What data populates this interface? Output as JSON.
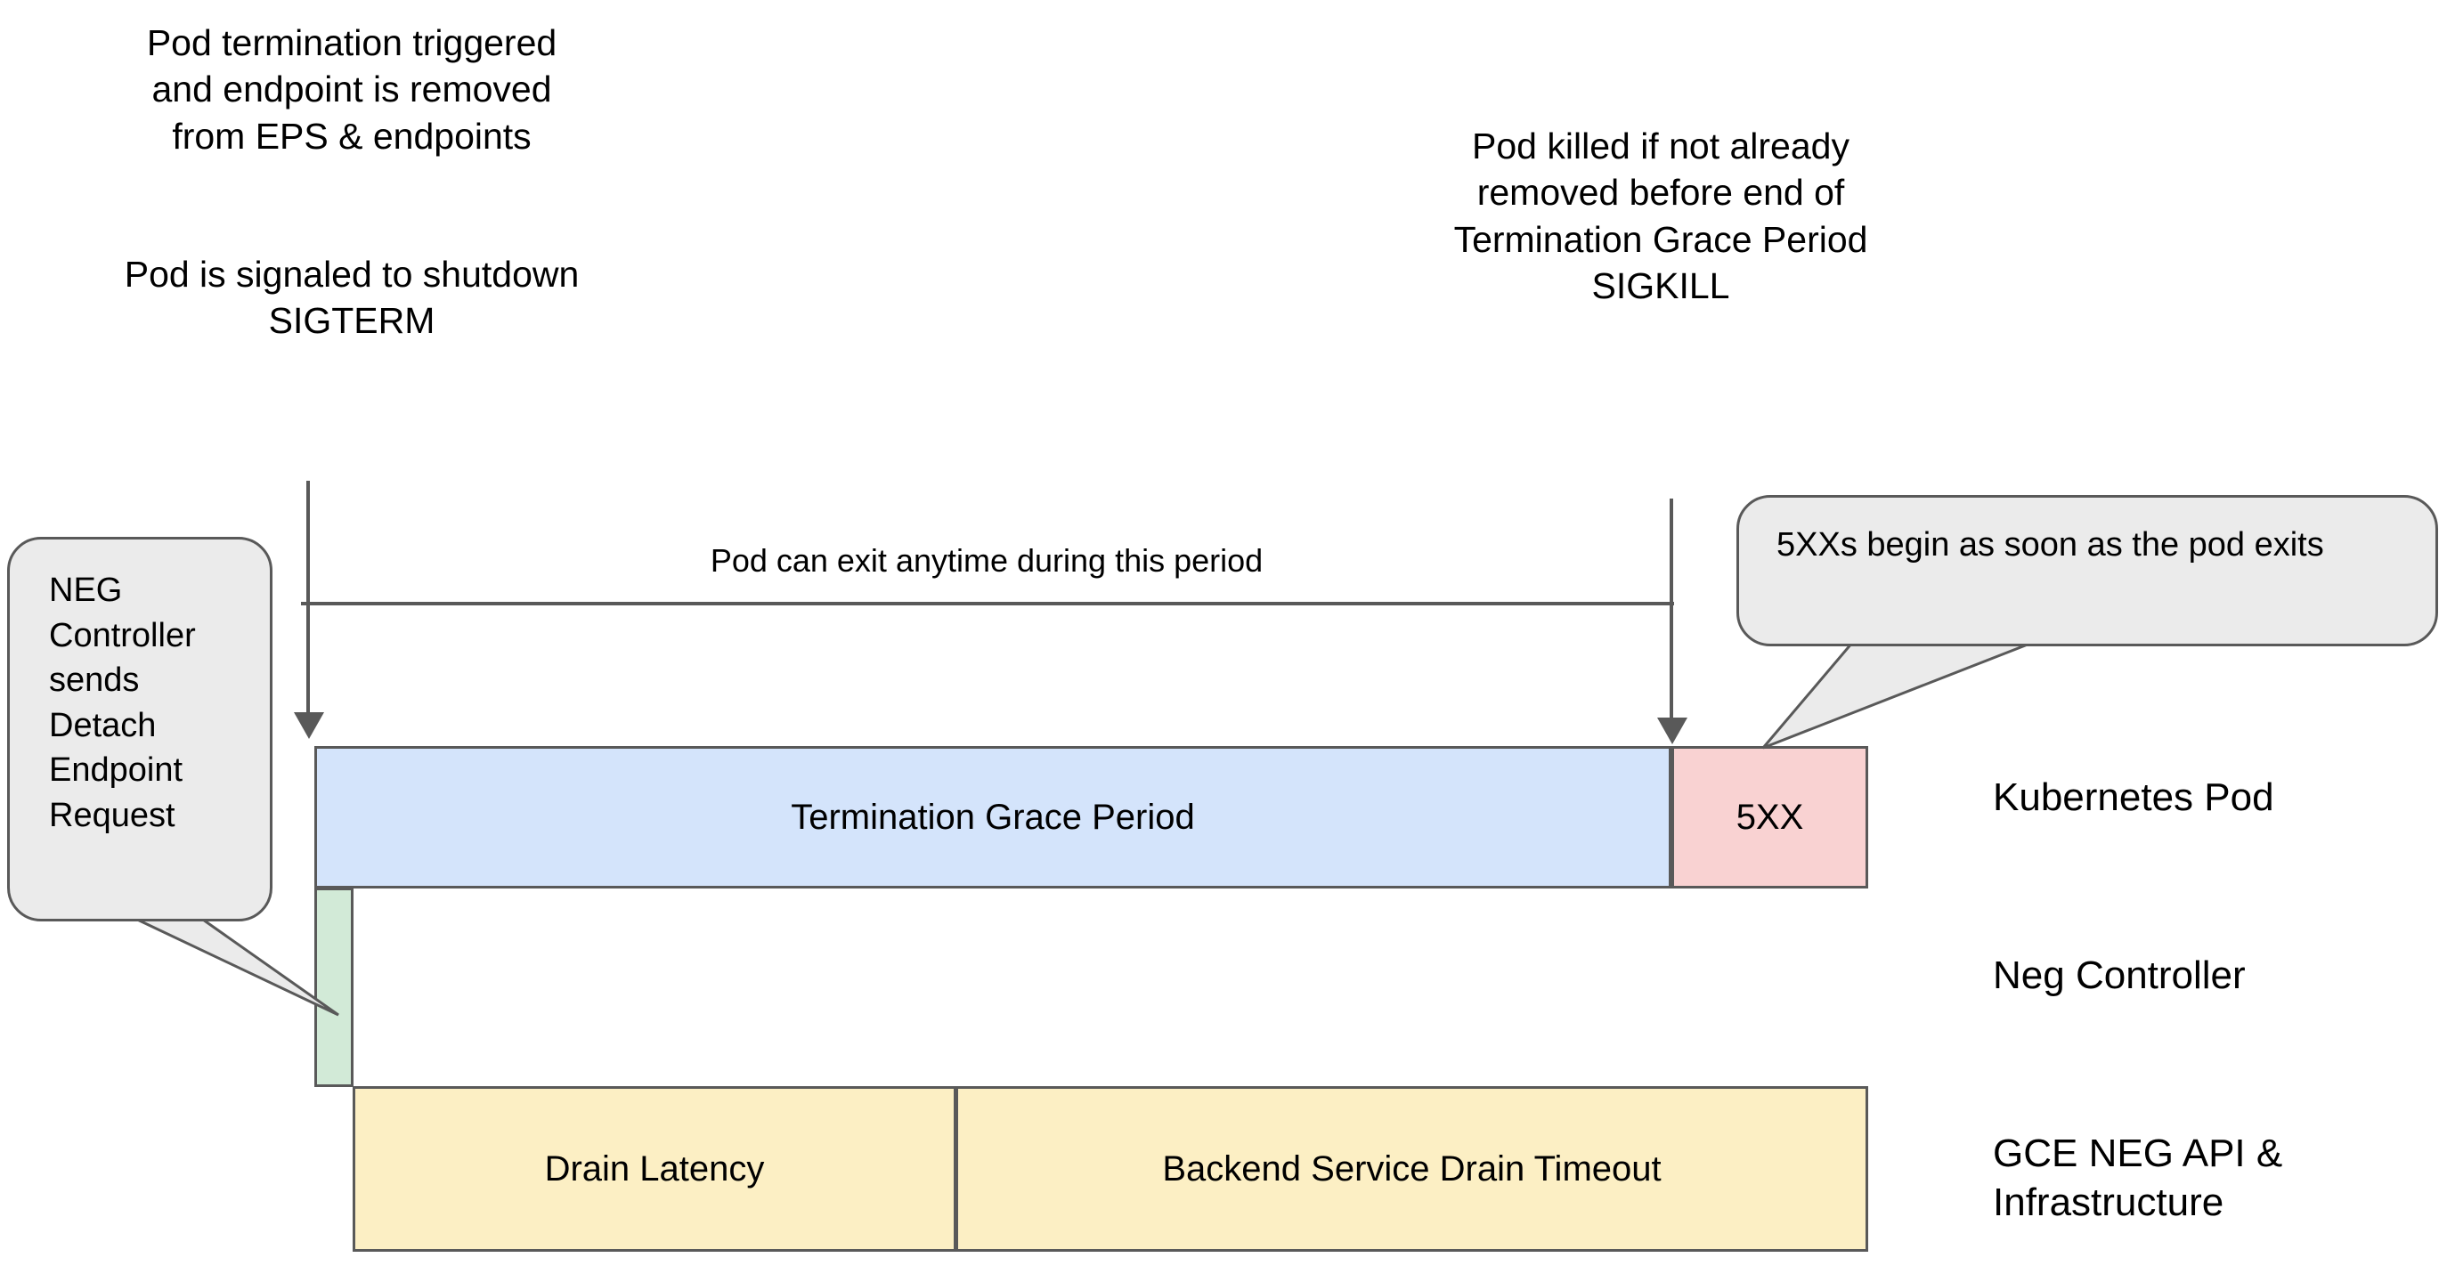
{
  "annotations": {
    "left_top": "Pod termination triggered\nand endpoint is removed\nfrom EPS & endpoints",
    "left_bottom": "Pod is signaled to shutdown\nSIGTERM",
    "right_top": "Pod killed if not already\nremoved before end of\nTermination Grace Period\nSIGKILL",
    "period_label": "Pod can exit anytime during this period"
  },
  "callouts": {
    "neg_controller": "NEG Controller sends Detach Endpoint Request",
    "five_xx": "5XXs begin as soon as the pod exits"
  },
  "bars": {
    "termination_grace_period": "Termination Grace Period",
    "five_xx": "5XX",
    "neg_detach": "",
    "drain_latency": "Drain Latency",
    "backend_service_drain_timeout": "Backend Service Drain Timeout"
  },
  "lanes": [
    {
      "id": "kubernetes-pod",
      "label": "Kubernetes Pod"
    },
    {
      "id": "neg-controller",
      "label": "Neg Controller"
    },
    {
      "id": "gce-neg-api",
      "label": "GCE NEG API &\nInfrastructure"
    }
  ],
  "colors": {
    "termination_grace_period": "#d4e4fb",
    "five_xx": "#f9d2d2",
    "neg_detach": "#d2ead7",
    "drain_bars": "#fcefc4",
    "stroke": "#595959",
    "bubble_fill": "#ebebeb",
    "background": "#ffffff"
  }
}
